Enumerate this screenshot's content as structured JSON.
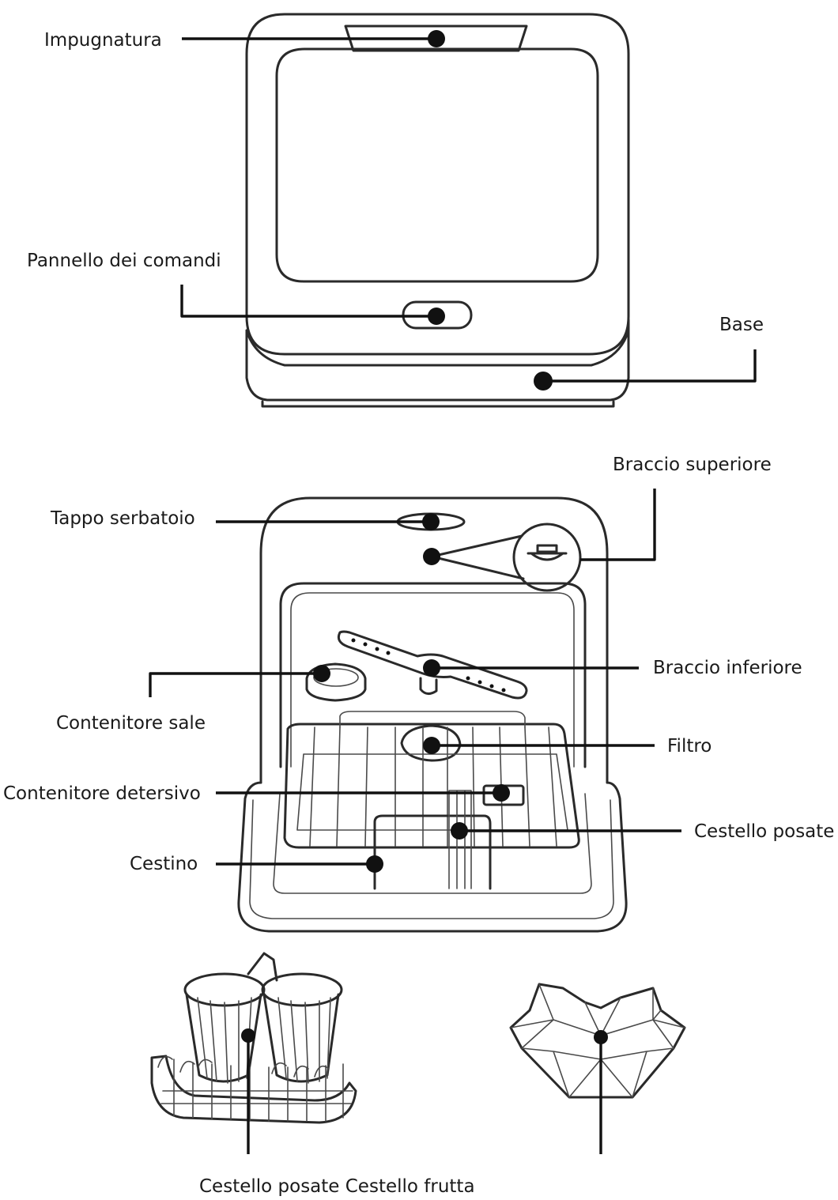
{
  "labels": {
    "impugnatura": "Impugnatura",
    "pannello": "Pannello dei comandi",
    "base": "Base",
    "braccio_superiore": "Braccio superiore",
    "tappo_serbatoio": "Tappo serbatoio",
    "braccio_inferiore": "Braccio inferiore",
    "contenitore_sale": "Contenitore sale",
    "filtro": "Filtro",
    "contenitore_detersivo": "Contenitore detersivo",
    "cestello_posate": "Cestello posate",
    "cestino": "Cestino",
    "caption_accessories": "Cestello posate Cestello frutta"
  }
}
